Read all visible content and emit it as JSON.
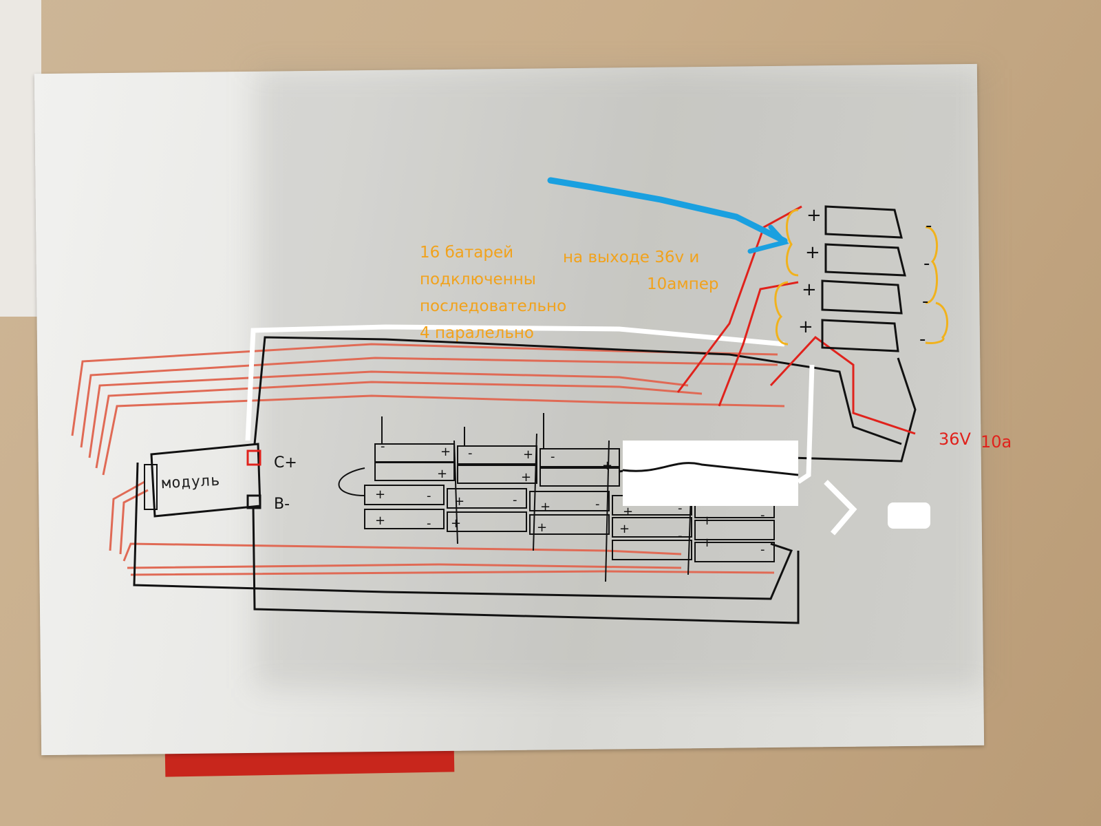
{
  "annotations": {
    "series_text": [
      "16 батарей",
      "подключенны",
      "последовательно",
      "4 паралельно"
    ],
    "output_text": [
      "на выходе 36v и",
      "10ампер"
    ],
    "output_label": [
      "36V",
      "10a"
    ]
  },
  "module": {
    "label": "модуль",
    "terminal_c": "C+",
    "terminal_b": "B-"
  },
  "cell_signs": {
    "plus": "+",
    "minus": "-"
  },
  "colors": {
    "orange_text": "#f1a21c",
    "red_wire": "#e0221c",
    "blue_arrow": "#1aa0e0",
    "black_wire": "#111111",
    "white_marker": "#ffffff"
  }
}
